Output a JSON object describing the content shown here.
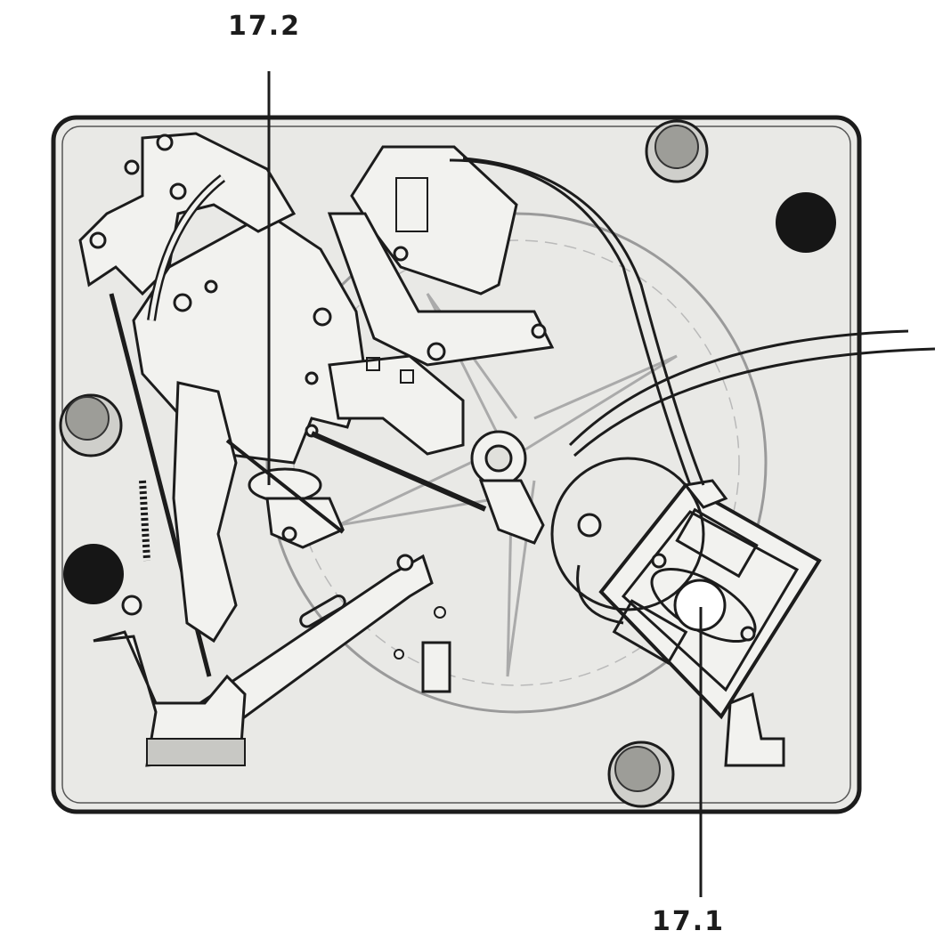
{
  "callouts": [
    {
      "id": "17.2",
      "label": "17.2"
    },
    {
      "id": "17.1",
      "label": "17.1"
    }
  ],
  "colors": {
    "background": "#ffffff",
    "plate": "#e9e9e6",
    "line": "#1c1c1c",
    "part_fill": "#f2f2ef",
    "dark_foot": "#161616"
  }
}
